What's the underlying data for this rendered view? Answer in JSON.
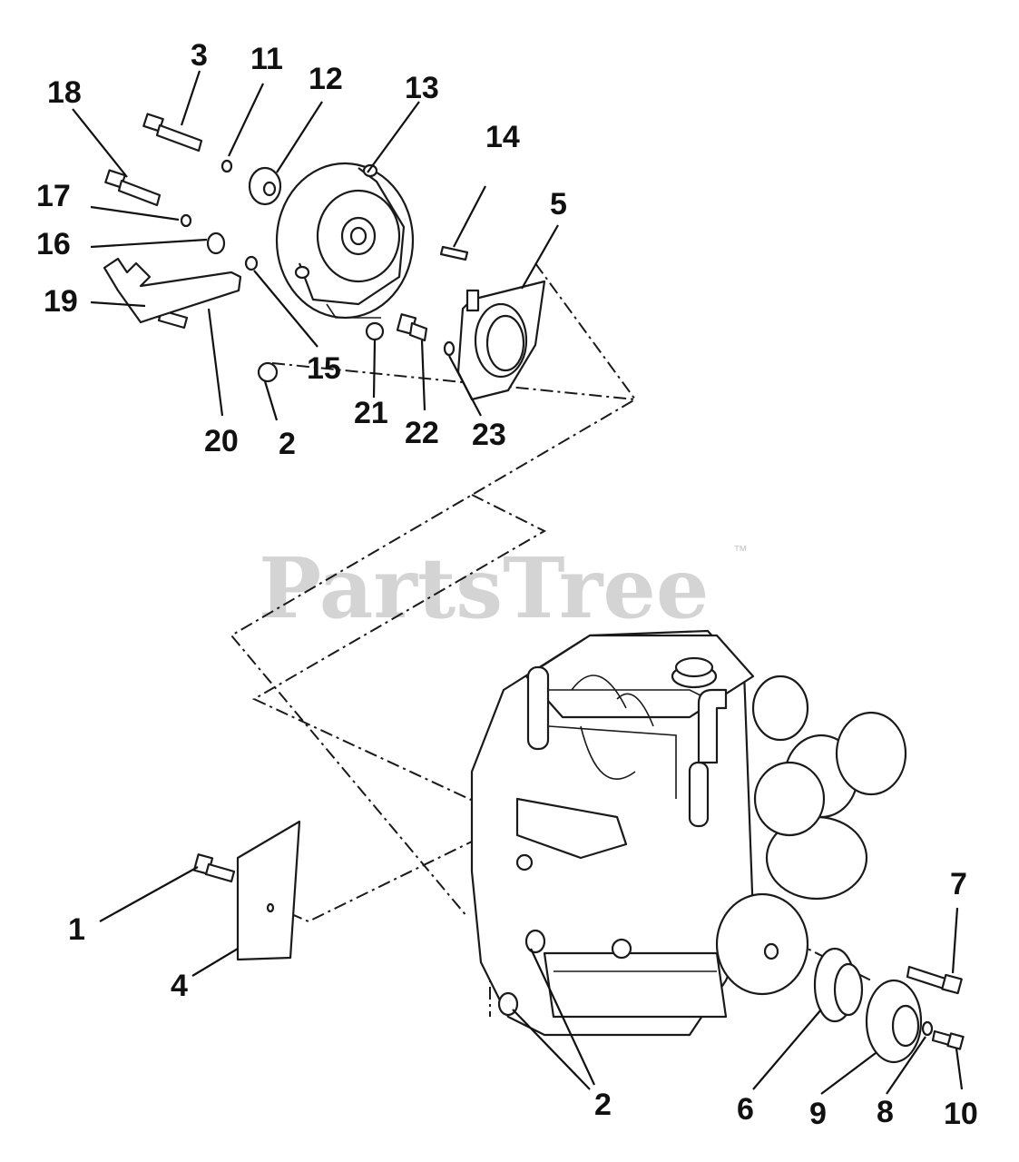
{
  "watermark": {
    "text": "PartsTree",
    "trademark": "™"
  },
  "callouts": {
    "c1": "1",
    "c2a": "2",
    "c2b": "2",
    "c3": "3",
    "c4": "4",
    "c5": "5",
    "c6": "6",
    "c7": "7",
    "c8": "8",
    "c9": "9",
    "c10": "10",
    "c11": "11",
    "c12": "12",
    "c13": "13",
    "c14": "14",
    "c15": "15",
    "c16": "16",
    "c17": "17",
    "c18": "18",
    "c19": "19",
    "c20": "20",
    "c21": "21",
    "c22": "22",
    "c23": "23"
  },
  "colors": {
    "ink": "#111111",
    "watermark": "#d4d4d4"
  }
}
